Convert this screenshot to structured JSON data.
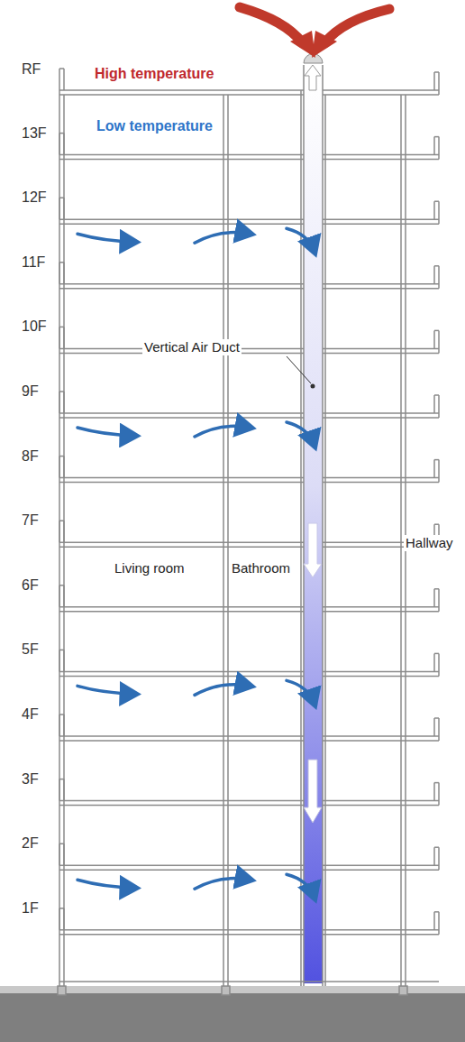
{
  "diagram": {
    "labels": [
      "High temperature",
      "RF",
      "13F",
      "Low temperature",
      "12F",
      "11F",
      "10F",
      "Vertical Air Duct",
      "9F",
      "8F",
      "7F",
      "Living room",
      "Bathroom",
      "Hallway",
      "6F",
      "5F",
      "4F",
      "3F",
      "2F",
      "1F"
    ]
  }
}
